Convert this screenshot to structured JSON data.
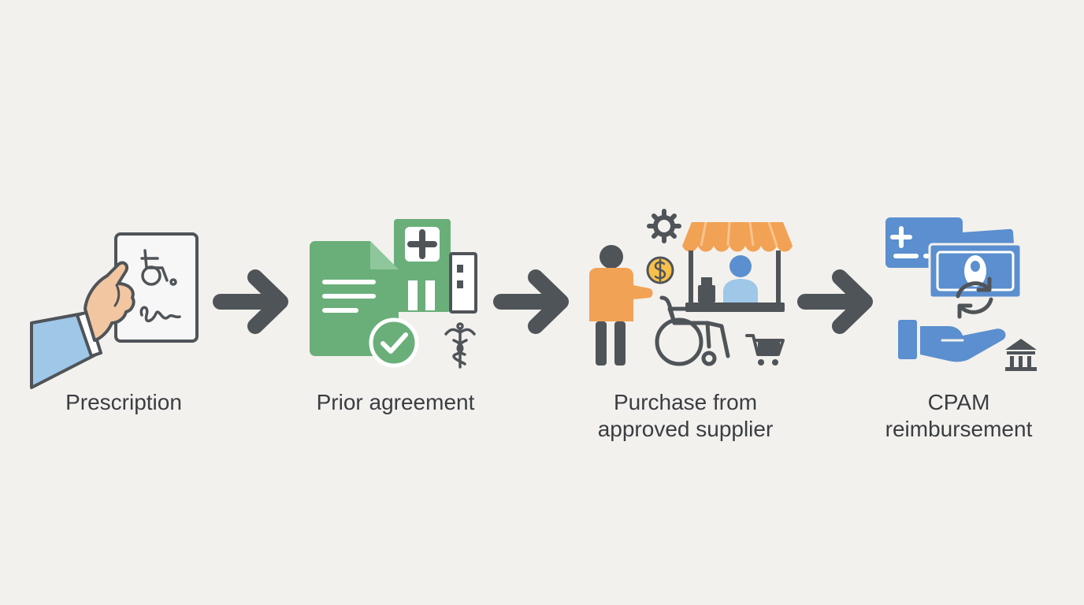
{
  "steps": [
    {
      "label": "Prescription",
      "icon": "prescription-hand-icon"
    },
    {
      "label": "Prior agreement",
      "icon": "approved-document-hospital-icon"
    },
    {
      "label": "Purchase from\napproved supplier",
      "icon": "supplier-shop-purchase-icon"
    },
    {
      "label": "CPAM\nreimbursement",
      "icon": "reimbursement-money-icon"
    }
  ],
  "connectors": [
    "arrow-right-icon",
    "arrow-right-icon",
    "arrow-right-icon"
  ],
  "colors": {
    "background": "#f3f1ed",
    "text": "#3a3d42",
    "dark": "#4f5459",
    "blue": "#5b8fcf",
    "light_blue": "#9ec7e8",
    "green": "#6aaf7a",
    "orange": "#f2a254",
    "skin": "#f2c6a0"
  }
}
